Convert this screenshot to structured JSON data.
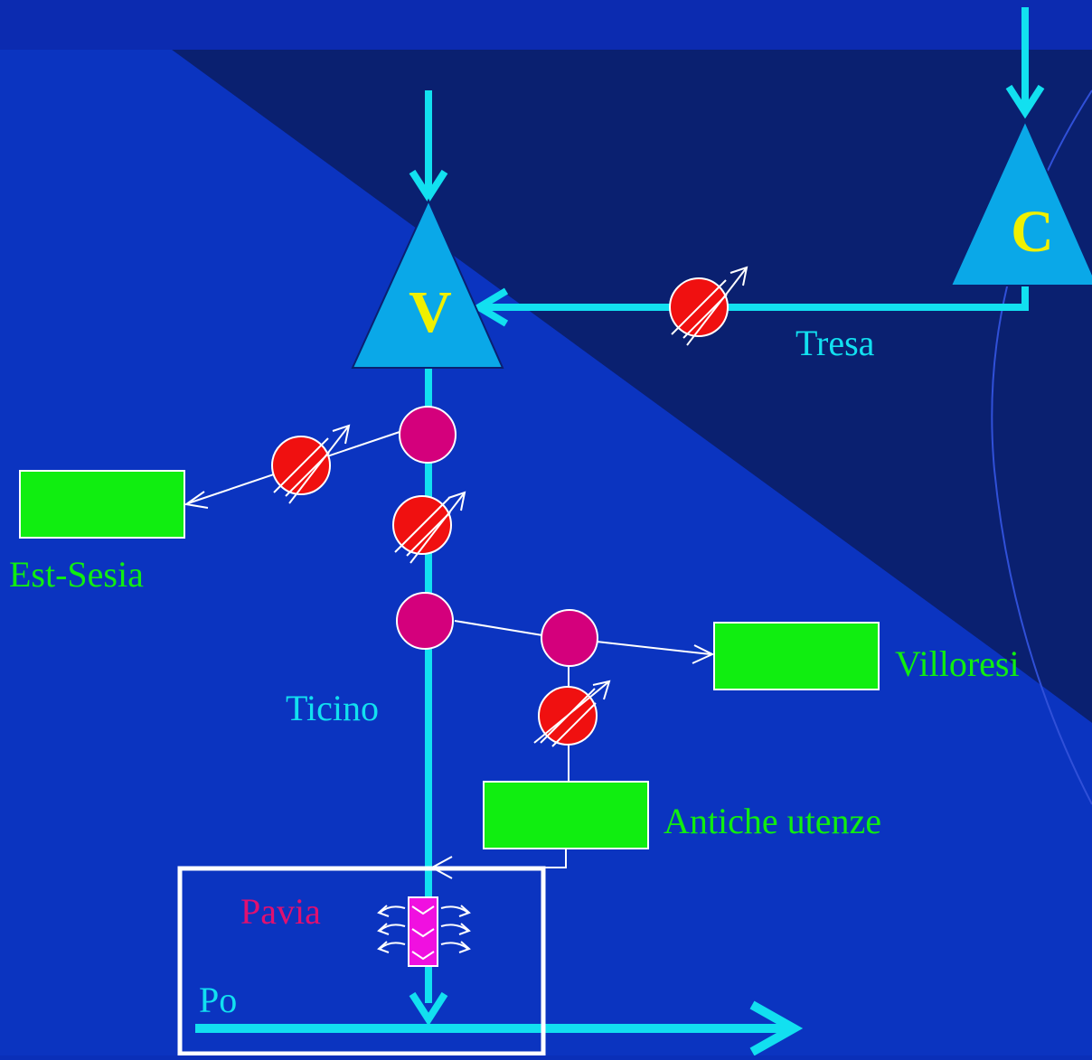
{
  "colors": {
    "background_top": "#0c2bb0",
    "background_dark": "#0a2070",
    "river": "#12e0f0",
    "lake_fill": "#0aa8e8",
    "lake_letter": "#f0f000",
    "node_fill": "#d4007c",
    "valve_fill": "#f01010",
    "user_fill": "#10ee10",
    "label_green": "#10ee10",
    "label_cyan": "#12e0f0",
    "label_magenta": "#e01070",
    "turbine_fill": "#f010e0"
  },
  "lakes": {
    "verbano": "V",
    "ceresio": "C"
  },
  "labels": {
    "tresa": "Tresa",
    "ticino": "Ticino",
    "po": "Po",
    "pavia": "Pavia",
    "est_sesia": "Est-Sesia",
    "villoresi": "Villoresi",
    "antiche_utenze": "Antiche utenze"
  },
  "icons": {
    "valve": "control-valve-icon",
    "diversion": "diversion-node-icon",
    "hydro": "hydropower-plant-icon"
  }
}
